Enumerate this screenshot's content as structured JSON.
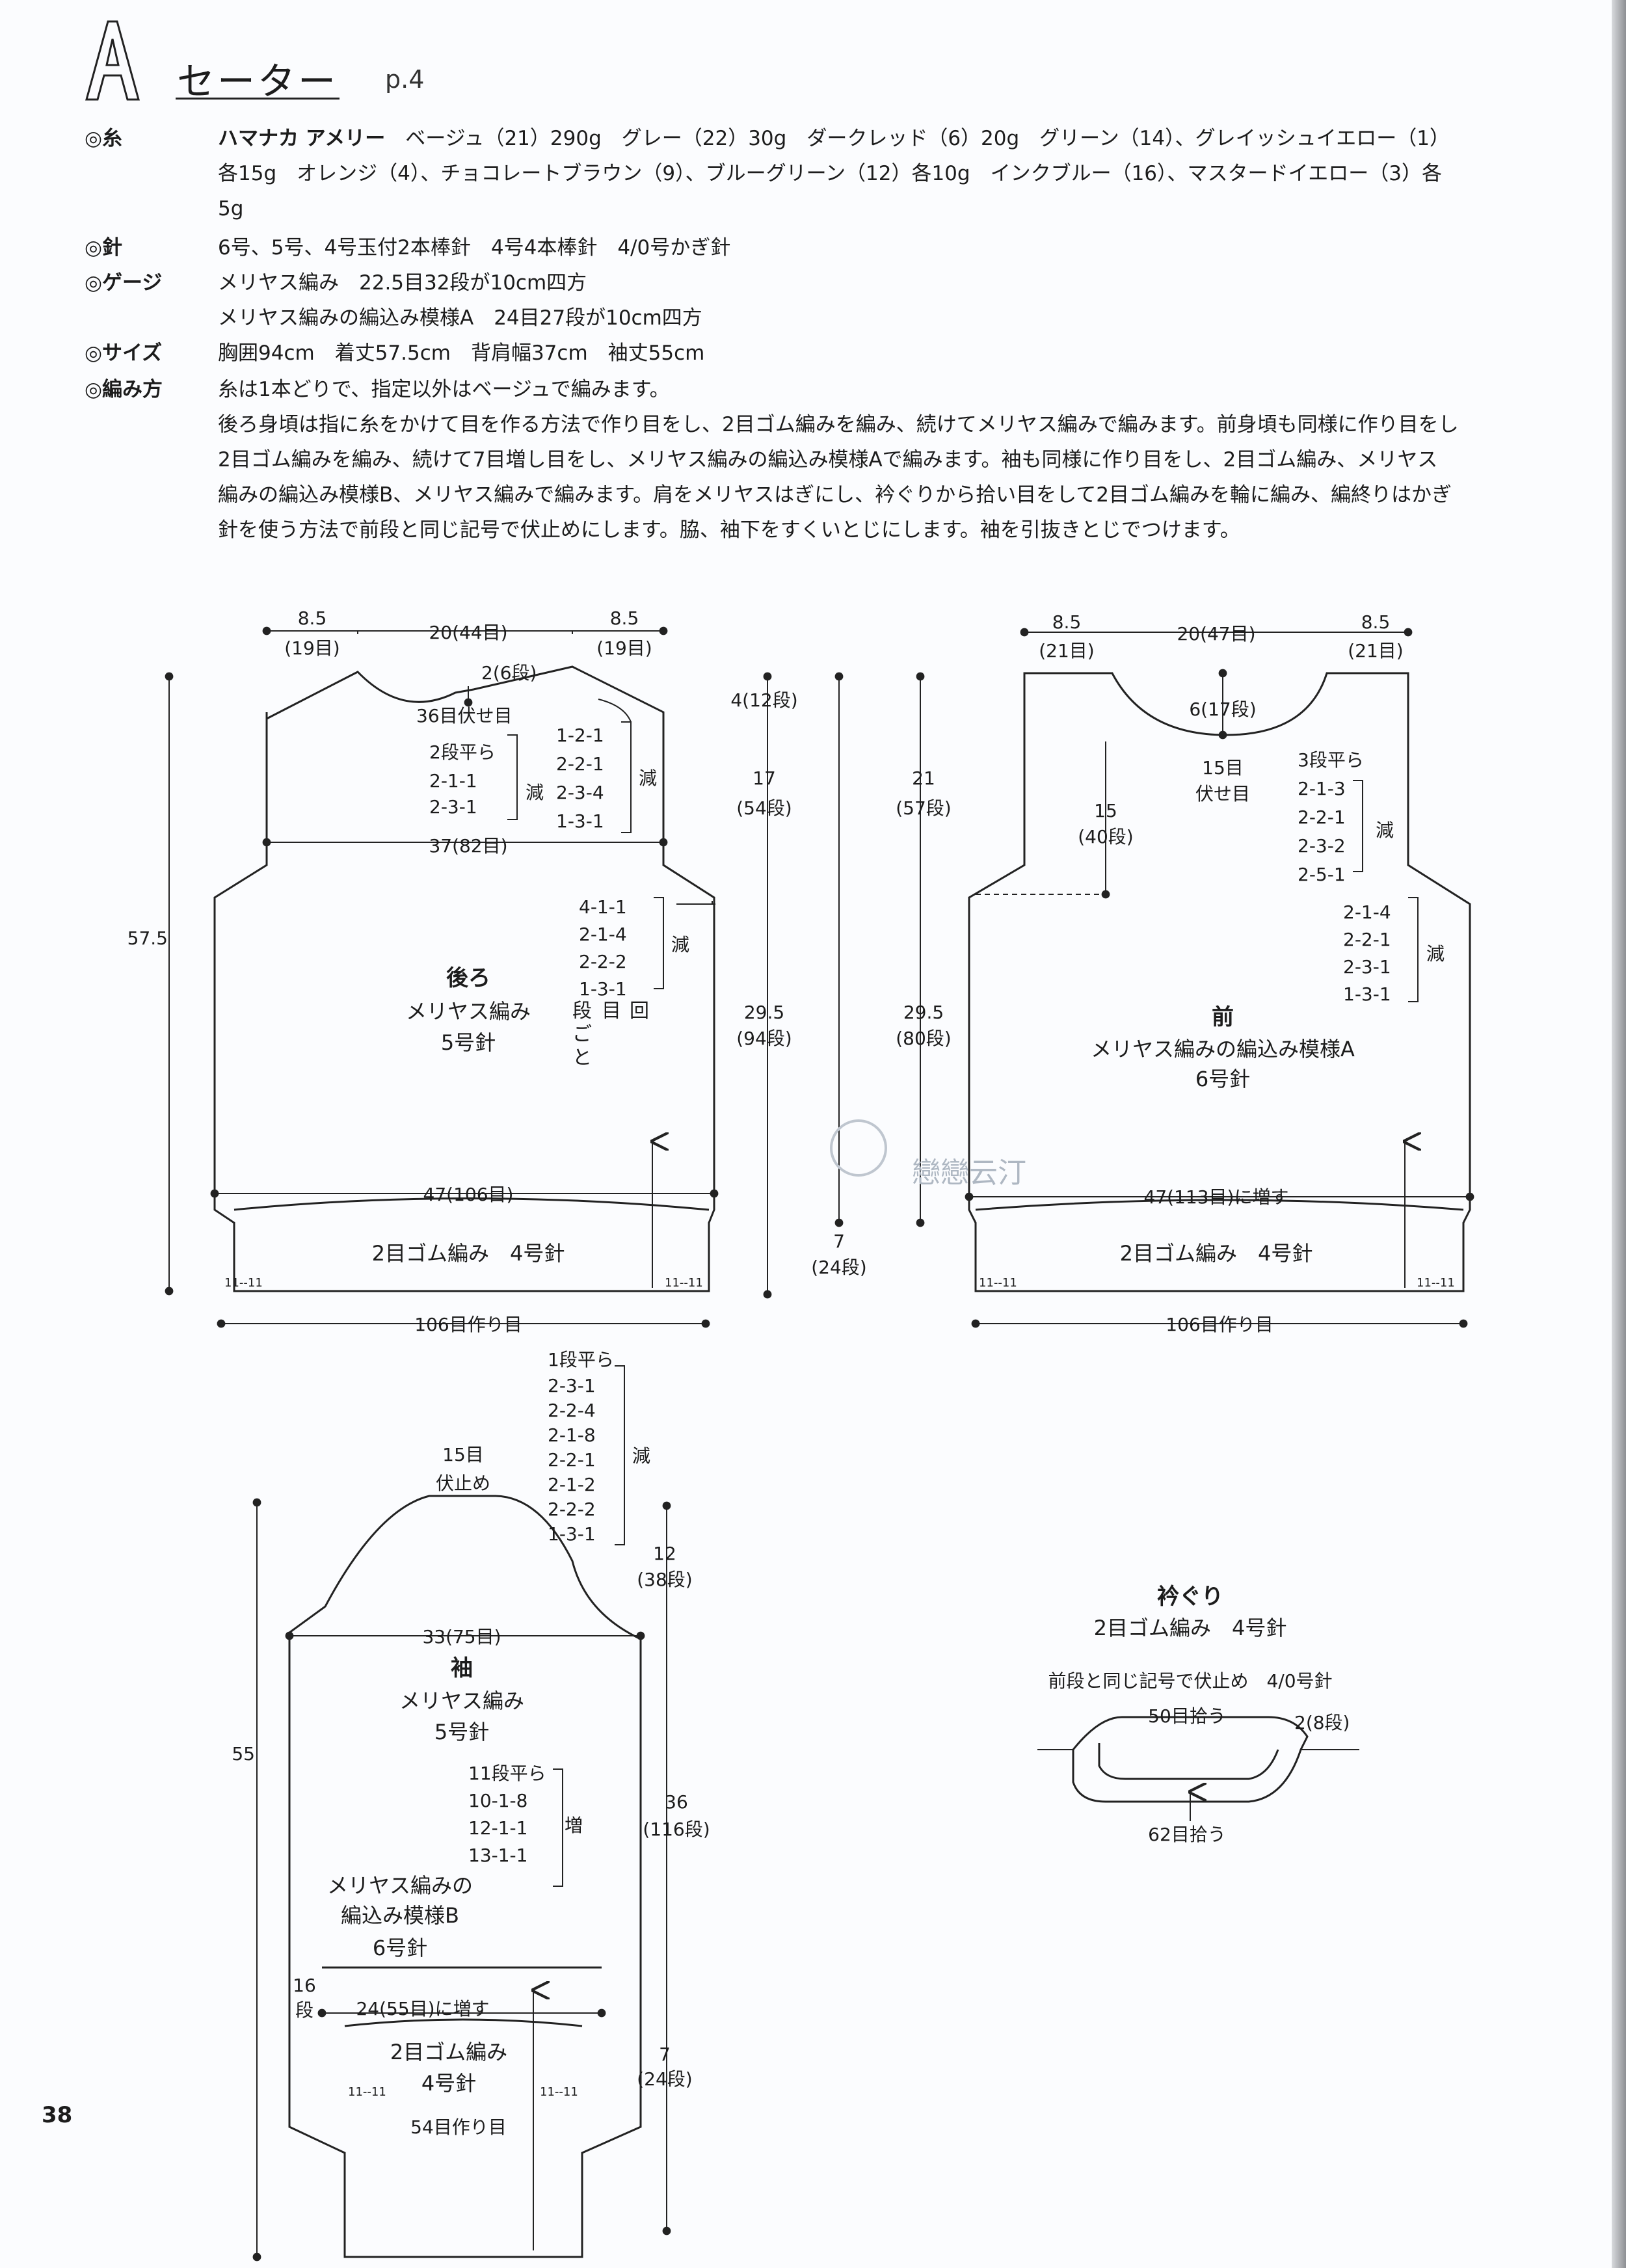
{
  "header": {
    "letter": "A",
    "title": "セーター",
    "page_ref": "p.4"
  },
  "specs": {
    "yarn": {
      "label": "◎糸",
      "brand": "ハマナカ アメリー",
      "line1": "ベージュ（21）290g　グレー（22）30g　ダークレッド（6）20g　グリーン（14）、グレイッシュイエロー（1）",
      "line2": "各15g　オレンジ（4）、チョコレートブラウン（9）、ブルーグリーン（12）各10g　インクブルー（16）、マスタードイエロー（3）各",
      "line3": "5g"
    },
    "needle": {
      "label": "◎針",
      "value": "6号、5号、4号玉付2本棒針　4号4本棒針　4/0号かぎ針"
    },
    "gauge": {
      "label": "◎ゲージ",
      "line1": "メリヤス編み　22.5目32段が10cm四方",
      "line2": "メリヤス編みの編込み模様A　24目27段が10cm四方"
    },
    "size": {
      "label": "◎サイズ",
      "value": "胸囲94cm　着丈57.5cm　背肩幅37cm　袖丈55cm"
    },
    "method": {
      "label": "◎編み方",
      "line1": "糸は1本どりで、指定以外はベージュで編みます。",
      "line2": "後ろ身頃は指に糸をかけて目を作る方法で作り目をし、2目ゴム編みを編み、続けてメリヤス編みで編みます。前身頃も同様に作り目をし",
      "line3": "2目ゴム編みを編み、続けて7目増し目をし、メリヤス編みの編込み模様Aで編みます。袖も同様に作り目をし、2目ゴム編み、メリヤス",
      "line4": "編みの編込み模様B、メリヤス編みで編みます。肩をメリヤスはぎにし、衿ぐりから拾い目をして2目ゴム編みを輪に編み、編終りはかぎ",
      "line5": "針を使う方法で前段と同じ記号で伏止めにします。脇、袖下をすくいとじにします。袖を引抜きとじでつけます。"
    }
  },
  "back": {
    "top_left": "8.5",
    "top_left_st": "(19目)",
    "top_center": "20(44目)",
    "top_right": "8.5",
    "top_right_st": "(19目)",
    "neck_depth": "2(6段)",
    "neck_bindoff": "36目伏せ目",
    "neck_flat": "2段平ら",
    "neck_dec": [
      "2-1-1",
      "2-3-1"
    ],
    "dec": "減",
    "shoulder_dec": [
      "1-2-1",
      "2-2-1",
      "2-3-4",
      "1-3-1"
    ],
    "shoulder_width": "37(82目)",
    "arm_dec": [
      "4-1-1",
      "2-1-4",
      "2-2-2",
      "1-3-1"
    ],
    "legend": [
      "段",
      "目",
      "回"
    ],
    "legend2": "ご",
    "legend3": "と",
    "name": "後ろ",
    "stitch": "メリヤス編み",
    "needle": "5号針",
    "width": "47(106目)",
    "rib": "2目ゴム編み　4号針",
    "cast_on": "106目作り目",
    "total_len": "57.5",
    "rib_mark": "11--11"
  },
  "mid": {
    "shoulder": "4(12段)",
    "armhole": "17",
    "armhole_rows": "(54段)",
    "body": "29.5",
    "body_rows": "(94段)",
    "rib": "7",
    "rib_rows": "(24段)"
  },
  "front": {
    "top_left": "8.5",
    "top_left_st": "(21目)",
    "top_center": "20(47目)",
    "top_right": "8.5",
    "top_right_st": "(21目)",
    "neck_depth": "6(17段)",
    "neck_bindoff": "15目",
    "neck_bindoff2": "伏せ目",
    "neck_flat": "3段平ら",
    "neck_dec": [
      "2-1-3",
      "2-2-1",
      "2-3-2",
      "2-5-1"
    ],
    "dec": "減",
    "neck_len": "15",
    "neck_len_rows": "(40段)",
    "arm_dec": [
      "2-1-4",
      "2-2-1",
      "2-3-1",
      "1-3-1"
    ],
    "left_top": "21",
    "left_top_rows": "(57段)",
    "left_body": "29.5",
    "left_body_rows": "(80段)",
    "name": "前",
    "stitch": "メリヤス編みの編込み模様A",
    "needle": "6号針",
    "width": "47(113目)に増す",
    "rib": "2目ゴム編み　4号針",
    "cast_on": "106目作り目",
    "rib_mark": "11--11"
  },
  "sleeve": {
    "flat": "1段平ら",
    "cap_dec": [
      "2-3-1",
      "2-2-4",
      "2-1-8",
      "2-2-1",
      "2-1-2",
      "2-2-2",
      "1-3-1"
    ],
    "dec": "減",
    "top_bindoff": "15目",
    "top_bindoff2": "伏止め",
    "cap_h": "12",
    "cap_rows": "(38段)",
    "width": "33(75目)",
    "name": "袖",
    "stitch": "メリヤス編み",
    "needle": "5号針",
    "inc_flat": "11段平ら",
    "inc": [
      "10-1-8",
      "12-1-1",
      "13-1-1"
    ],
    "inc_label": "増",
    "body_len": "36",
    "body_rows": "(116段)",
    "total": "55",
    "patB1": "メリヤス編みの",
    "patB2": "編込み模様B",
    "patB_needle": "6号針",
    "band_rows": "16",
    "band_rows2": "段",
    "cuff_width": "24(55目)に増す",
    "rib": "2目ゴム編み",
    "rib_needle": "4号針",
    "rib_len": "7",
    "rib_rows": "(24段)",
    "cast_on": "54目作り目",
    "rib_mark": "11--11"
  },
  "collar": {
    "title": "衿ぐり",
    "stitch": "2目ゴム編み　4号針",
    "bindoff": "前段と同じ記号で伏止め　4/0号針",
    "pick_back": "50目拾う",
    "depth": "2(8段)",
    "pick_front": "62目拾う"
  },
  "watermark": "戀戀云汀",
  "page_number": "38"
}
